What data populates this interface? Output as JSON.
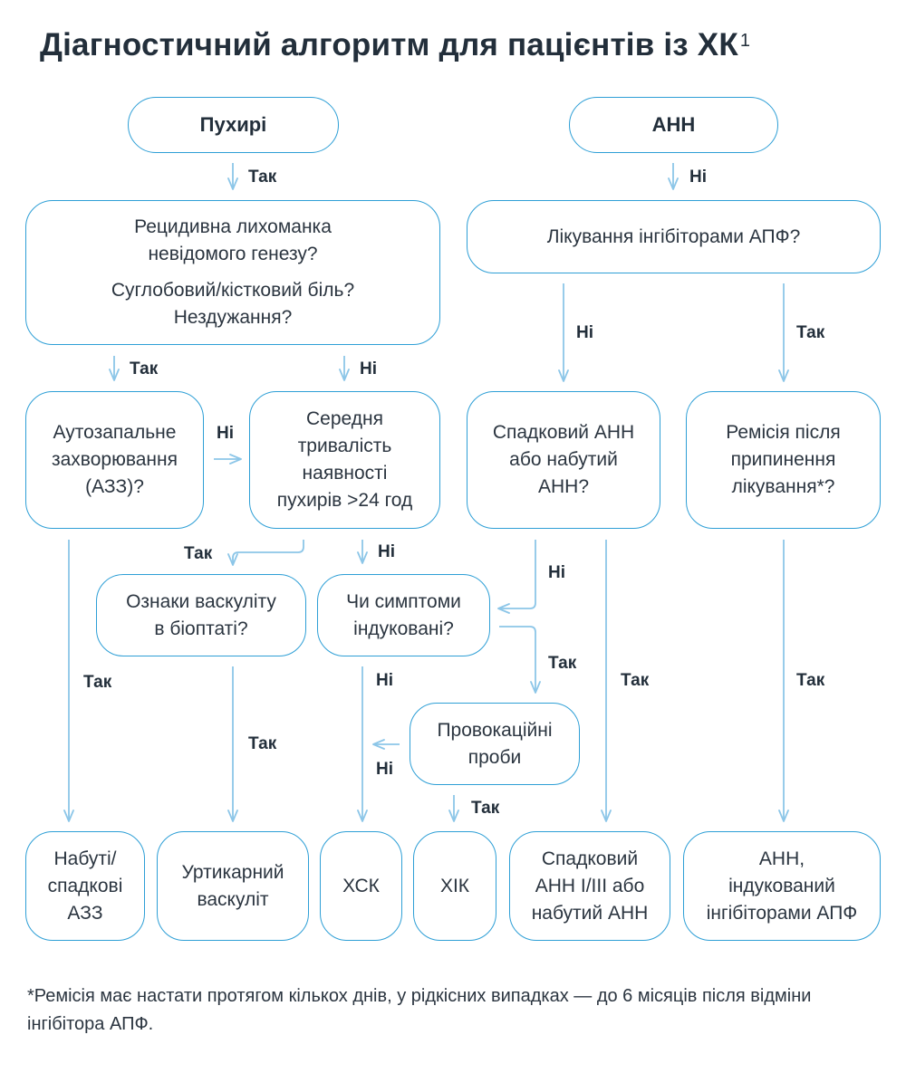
{
  "title": "Діагностичний алгоритм для пацієнтів із ХК",
  "title_sup": "1",
  "nodes": {
    "wheals": "Пухирі",
    "ae": "АНН",
    "q_fever_1": "Рецидивна лихоманка\nневідомого генезу?",
    "q_fever_2": "Суглобовий/кістковий біль?\nНездужання?",
    "q_ace": "Лікування інгібіторами АПФ?",
    "q_autoinfl": "Аутозапальне\nзахворювання\n(АЗЗ)?",
    "q_duration": "Середня\nтривалість\nнаявності\nпухирів  >24 год",
    "q_hered": "Спадковий АНН\nабо набутий\nАНН?",
    "q_remission": "Ремісія після\nприпинення\nлікування*?",
    "q_vasculitis": "Ознаки васкуліту\nв біоптаті?",
    "q_induced": "Чи симптоми\nіндуковані?",
    "provocation": "Провокаційні\nпроби",
    "r_aid": "Набуті/\nспадкові\nАЗЗ",
    "r_uv": "Уртикарний\nваскуліт",
    "r_csu": "ХСК",
    "r_cindu": "ХІК",
    "r_hae": "Спадковий\nАНН І/ІІІ або\nнабутий АНН",
    "r_acei": "АНН,\nіндукований\nінгібіторами АПФ"
  },
  "labels": {
    "yes": "Так",
    "no": "Ні"
  },
  "footnote": "*Ремісія має настати протягом кількох днів, у рідкісних випадках — до 6 місяців після відміни інгібітора АПФ.",
  "colors": {
    "border": "#2e9fd6",
    "arrow": "#8cc6e8",
    "text": "#232f3b"
  }
}
